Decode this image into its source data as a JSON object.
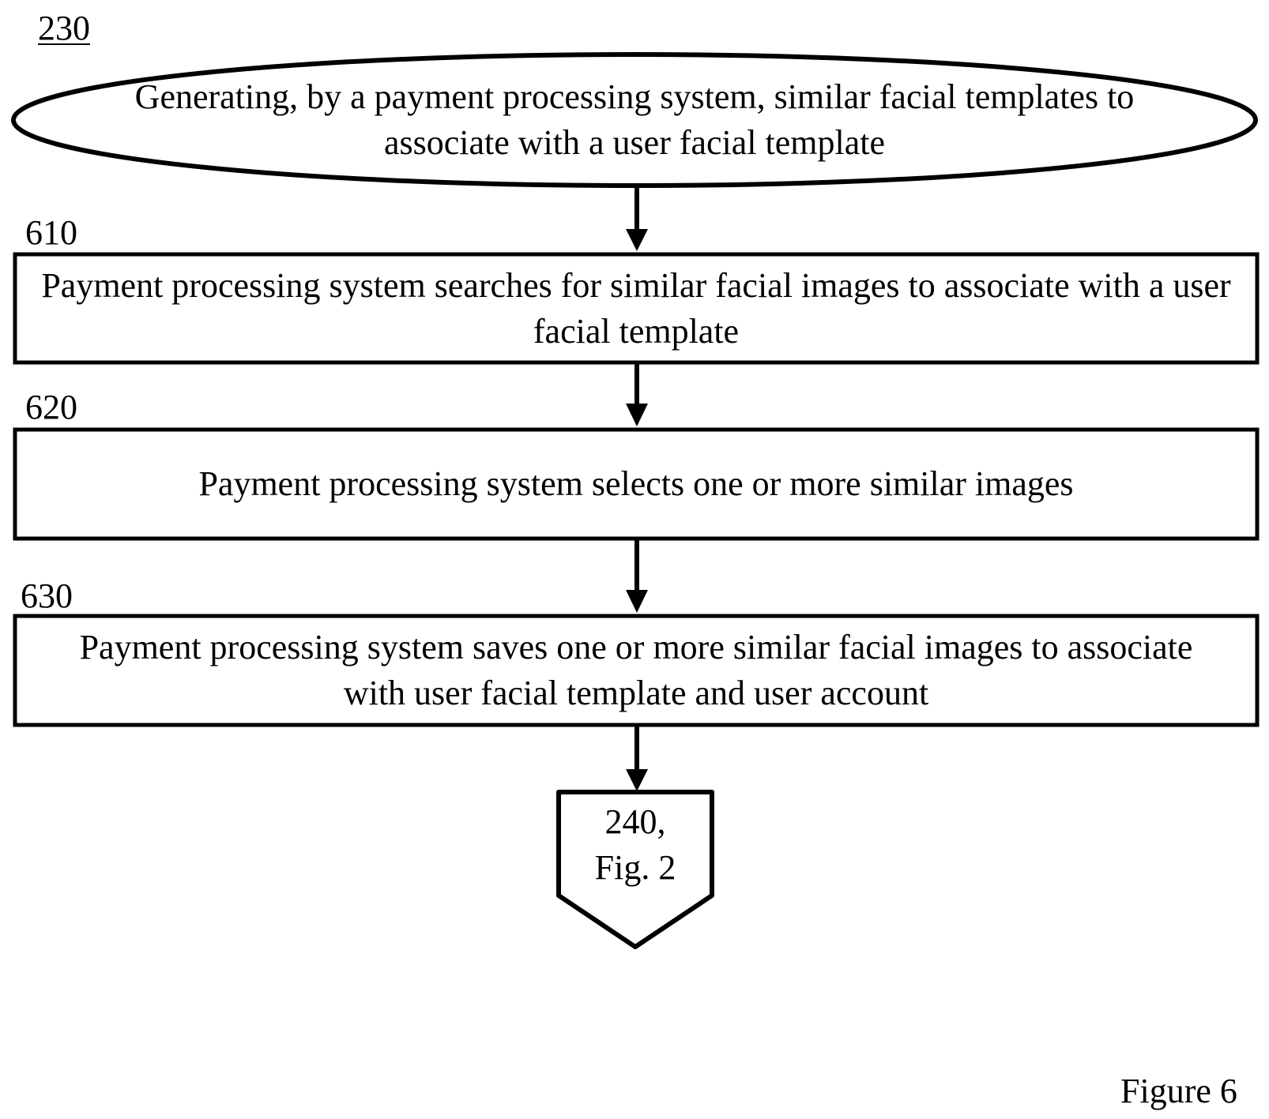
{
  "figure": {
    "reference": "230",
    "caption": "Figure 6"
  },
  "start": {
    "text": "Generating, by a payment processing system, similar facial templates to associate with a user facial template"
  },
  "steps": [
    {
      "id": "610",
      "text": "Payment processing system searches for similar facial images to associate with a user facial template"
    },
    {
      "id": "620",
      "text": "Payment processing system selects one or more similar images"
    },
    {
      "id": "630",
      "text": "Payment processing system saves one or more similar facial images to associate with user facial template and user account"
    }
  ],
  "connector": {
    "line1": "240,",
    "line2": "Fig. 2"
  }
}
